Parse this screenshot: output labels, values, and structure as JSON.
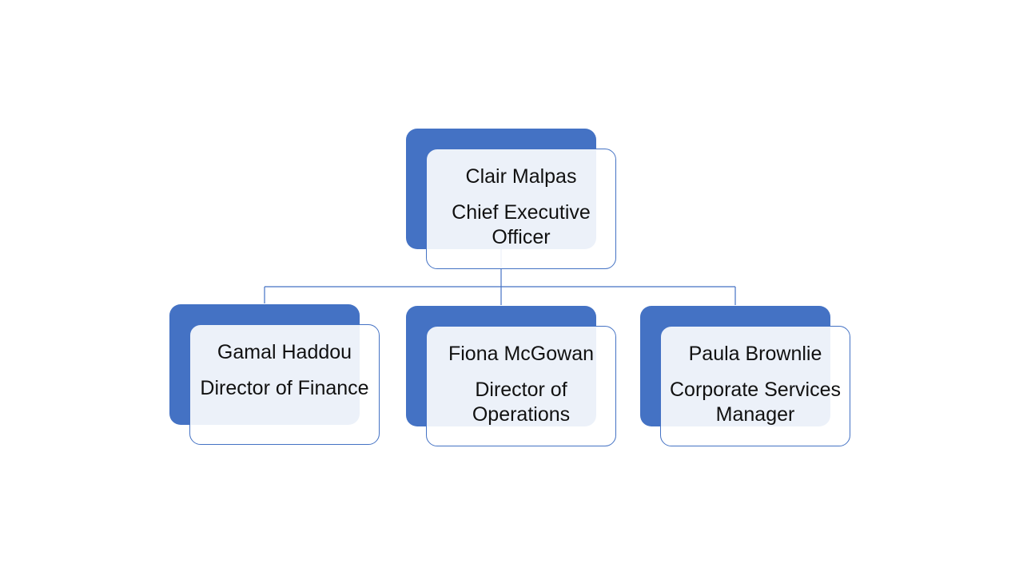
{
  "org_chart": {
    "colors": {
      "accent": "#4472c4",
      "card_fill": "#e9eef8",
      "text": "#111111"
    },
    "root": {
      "name": "Clair Malpas",
      "title": "Chief Executive Officer"
    },
    "reports": [
      {
        "name": "Gamal Haddou",
        "title": "Director of Finance"
      },
      {
        "name": "Fiona McGowan",
        "title": "Director of Operations"
      },
      {
        "name": "Paula Brownlie",
        "title": "Corporate Services Manager"
      }
    ]
  }
}
